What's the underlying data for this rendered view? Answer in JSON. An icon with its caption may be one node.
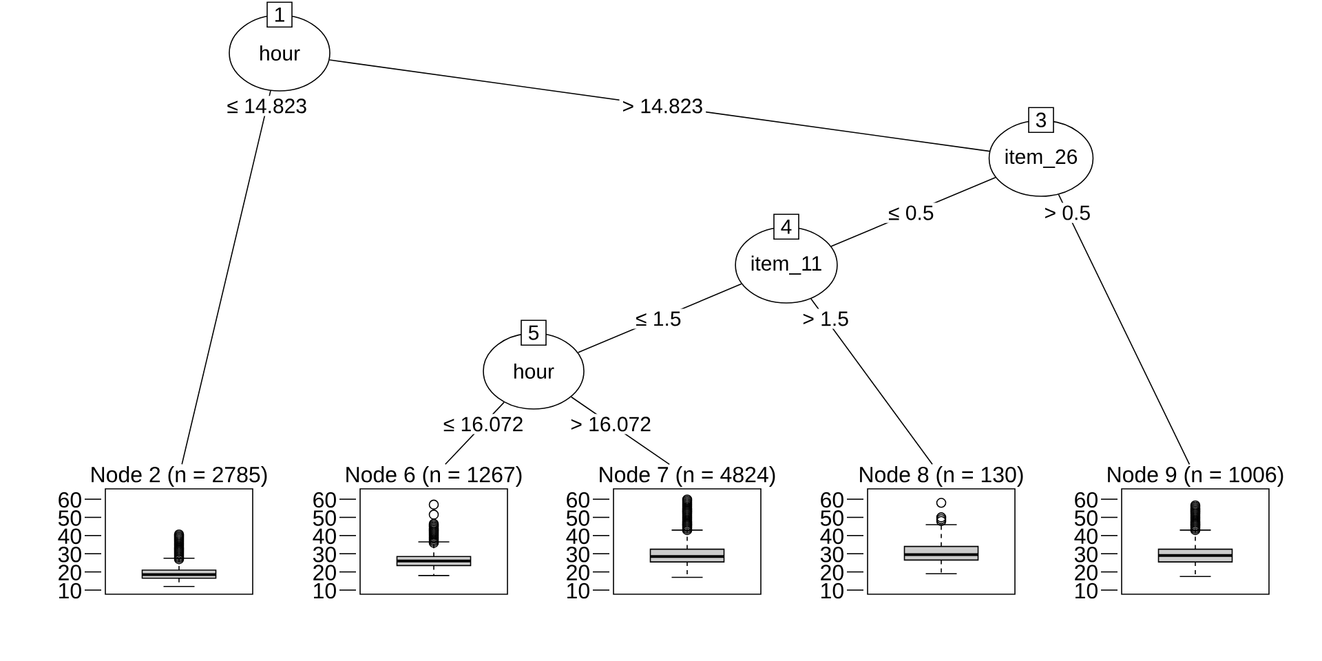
{
  "diagram": {
    "nodes": [
      {
        "text": [
          "1",
          "hour"
        ]
      },
      {
        "text": [
          "3",
          "item_26"
        ]
      },
      {
        "text": [
          "4",
          "item_11"
        ]
      },
      {
        "text": [
          "5",
          "hour"
        ]
      },
      {
        "text": [
          "Node 2 (n = 2785)"
        ]
      },
      {
        "text": [
          "Node 6 (n = 1267)"
        ]
      },
      {
        "text": [
          "Node 7 (n = 4824)"
        ]
      },
      {
        "text": [
          "Node 8 (n = 130)"
        ]
      },
      {
        "text": [
          "Node 9 (n = 1006)"
        ]
      }
    ],
    "edges": [
      {
        "from": 0,
        "to": 4,
        "arrow": "none",
        "label": "≤ 14.823"
      },
      {
        "from": 0,
        "to": 1,
        "arrow": "none",
        "label": "> 14.823"
      },
      {
        "from": 1,
        "to": 2,
        "arrow": "none",
        "label": "≤ 0.5"
      },
      {
        "from": 1,
        "to": 8,
        "arrow": "none",
        "label": "> 0.5"
      },
      {
        "from": 2,
        "to": 3,
        "arrow": "none",
        "label": "≤ 1.5"
      },
      {
        "from": 2,
        "to": 7,
        "arrow": "none",
        "label": "> 1.5"
      },
      {
        "from": 3,
        "to": 5,
        "arrow": "none",
        "label": "≤ 16.072"
      },
      {
        "from": 3,
        "to": 6,
        "arrow": "none",
        "label": "> 16.072"
      }
    ],
    "labels": [
      "60",
      "50",
      "40",
      "30",
      "20",
      "10",
      "60",
      "50",
      "40",
      "30",
      "20",
      "10",
      "60",
      "50",
      "40",
      "30",
      "20",
      "10",
      "60",
      "50",
      "40",
      "30",
      "20",
      "10",
      "60",
      "50",
      "40",
      "30",
      "20",
      "10"
    ]
  }
}
